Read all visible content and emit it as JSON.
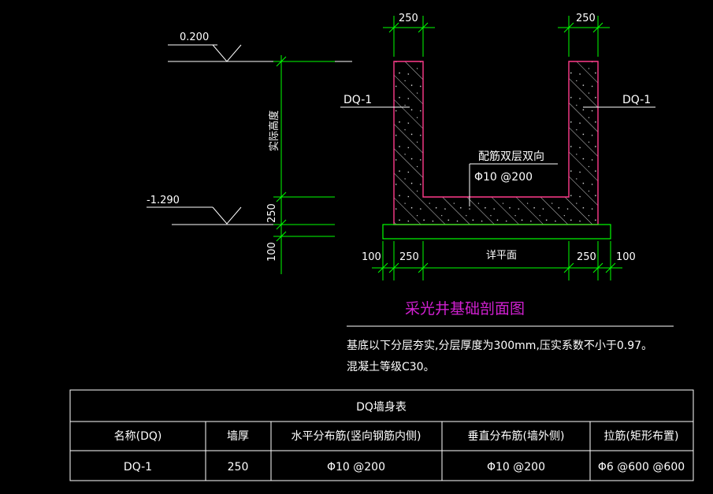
{
  "elevations": {
    "top": "0.200",
    "bottom": "-1.290",
    "vertical_label": "实际高度",
    "base_dims": [
      "250",
      "100"
    ]
  },
  "section": {
    "wall_label_left": "DQ-1",
    "wall_label_right": "DQ-1",
    "rebar_note": "配筋双层双向",
    "rebar_spec": "Φ10 @200",
    "top_dims": [
      "250",
      "250"
    ],
    "bottom_dims": [
      "100",
      "250",
      "详平面",
      "250",
      "100"
    ]
  },
  "drawing_title": "采光井基础剖面图",
  "notes": [
    "基底以下分层夯实,分层厚度为300mm,压实系数不小于0.97。",
    "混凝土等级C30。"
  ],
  "table": {
    "title": "DQ墙身表",
    "headers": [
      "名称(DQ)",
      "墙厚",
      "水平分布筋(竖向钢筋内侧)",
      "垂直分布筋(墙外侧)",
      "拉筋(矩形布置)"
    ],
    "rows": [
      [
        "DQ-1",
        "250",
        "Φ10 @200",
        "Φ10 @200",
        "Φ6 @600 @600"
      ]
    ]
  },
  "colors": {
    "background": "#000000",
    "concrete_outline": "#ff3b8b",
    "dimension": "#00ff00",
    "text": "#ffffff",
    "title": "#d020d0"
  }
}
